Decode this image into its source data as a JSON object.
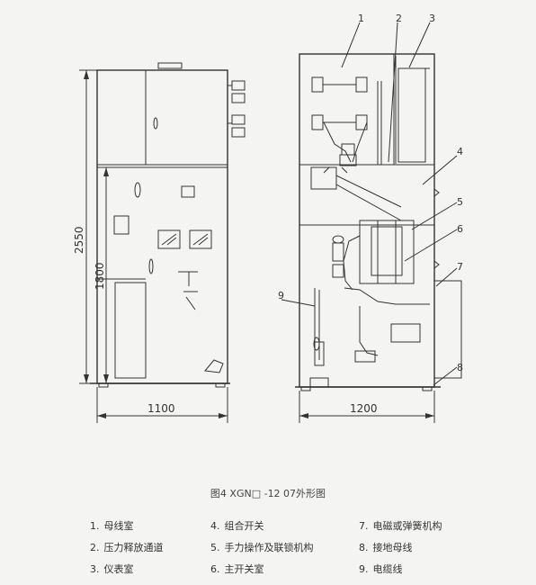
{
  "caption": "图4   XGN□ -12 07外形图",
  "dimensions": {
    "total_height": "2550",
    "lower_height": "1800",
    "front_width": "1100",
    "side_depth": "1200"
  },
  "callouts": [
    "1",
    "2",
    "3",
    "4",
    "5",
    "6",
    "7",
    "8",
    "9"
  ],
  "legend": [
    {
      "num": "1.",
      "text": "母线室"
    },
    {
      "num": "2.",
      "text": "压力释放通道"
    },
    {
      "num": "3.",
      "text": "仪表室"
    },
    {
      "num": "4.",
      "text": "组合开关"
    },
    {
      "num": "5.",
      "text": "手力操作及联锁机构"
    },
    {
      "num": "6.",
      "text": "主开关室"
    },
    {
      "num": "7.",
      "text": "电磁或弹簧机构"
    },
    {
      "num": "8.",
      "text": "接地母线"
    },
    {
      "num": "9.",
      "text": "电缆线"
    }
  ]
}
